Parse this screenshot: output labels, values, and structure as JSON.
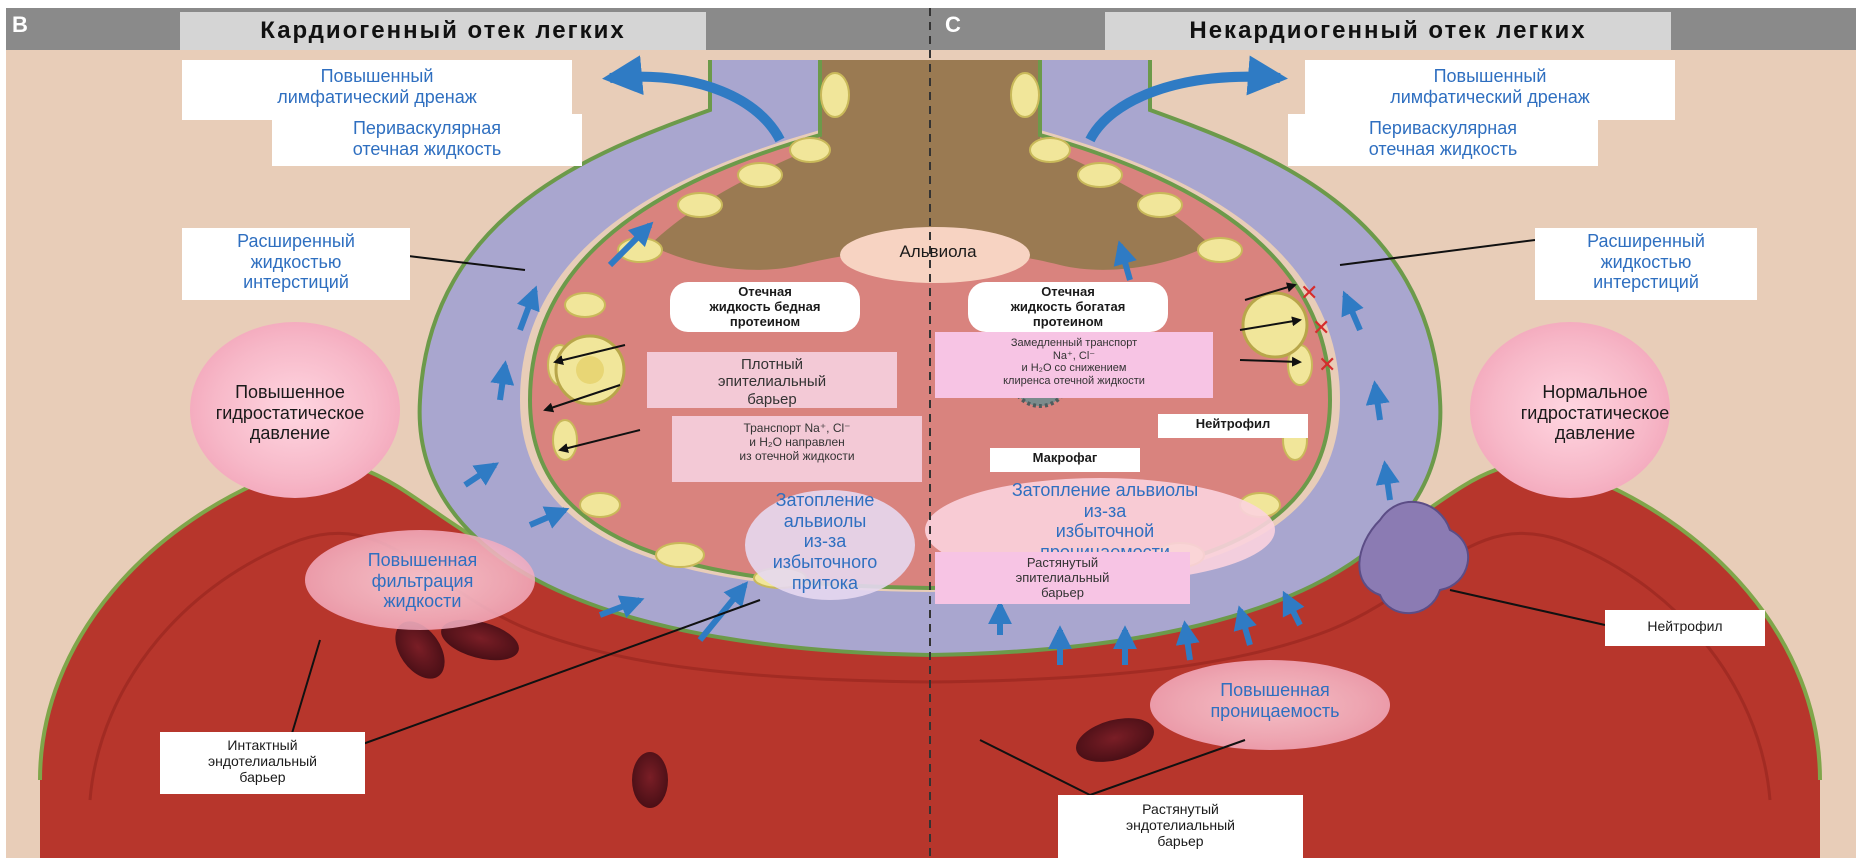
{
  "panel_left": {
    "letter": "B",
    "title": "Кардиогенный отек легких"
  },
  "panel_right": {
    "letter": "C",
    "title": "Некардиогенный отек легких"
  },
  "center": {
    "alveola": "Альвиола"
  },
  "left_labels": {
    "lymph_drainage": "Повышенный\nлимфатический дренаж",
    "perivascular_fluid": "Периваскулярная\nотечная жидкость",
    "interstitium": "Расширенный\nжидкостью\nинтерстиций",
    "hydrostatic_pressure": "Повышенное\nгидростатическое\nдавление",
    "protein_poor_fluid": "Отечная\nжидкость бедная\nпротеином",
    "tight_barrier": "Плотный\nэпителиальный\nбарьер",
    "transport": "Транспорт Na⁺, Cl⁻\nи H₂O направлен\nиз отечной жидкости",
    "flooding": "Затопление\nальвиолы\nиз-за\nизбыточного\nпритока",
    "filtration": "Повышенная\nфильтрация\nжидкости",
    "intact_barrier": "Интактный\nэндотелиальный\nбарьер"
  },
  "right_labels": {
    "lymph_drainage": "Повышенный\nлимфатический дренаж",
    "perivascular_fluid": "Периваскулярная\nотечная жидкость",
    "interstitium": "Расширенный\nжидкостью\nинтерстиций",
    "normal_pressure": "Нормальное\nгидростатическое\nдавление",
    "protein_rich_fluid": "Отечная\nжидкость богатая\nпротеином",
    "slowed_transport": "Замедленный транспорт\nNa⁺, Cl⁻\nи H₂O со снижением\nклиренса отечной жидкости",
    "neutrophil_inner": "Нейтрофил",
    "macrophage": "Макрофаг",
    "flooding": "Затопление альвиолы\nиз-за\nизбыточной\nпроницаемости",
    "stretched_epithelial": "Растянутый\nэпителиальный\nбарьер",
    "neutrophil_outer": "Нейтрофил",
    "permeability": "Повышенная\nпроницаемость",
    "stretched_endothelial": "Растянутый\nэндотелиальный\nбарьер"
  },
  "colors": {
    "background": "#e8cdb8",
    "interstitium": "#a9a6cf",
    "alveolar_air": "#9a7a52",
    "edema_fluid": "#d9837e",
    "capillary": "#c0392b",
    "arrow": "#2f7bc4",
    "cell_yellow": "#f1e69a",
    "label_blue": "#2f6fc0"
  }
}
